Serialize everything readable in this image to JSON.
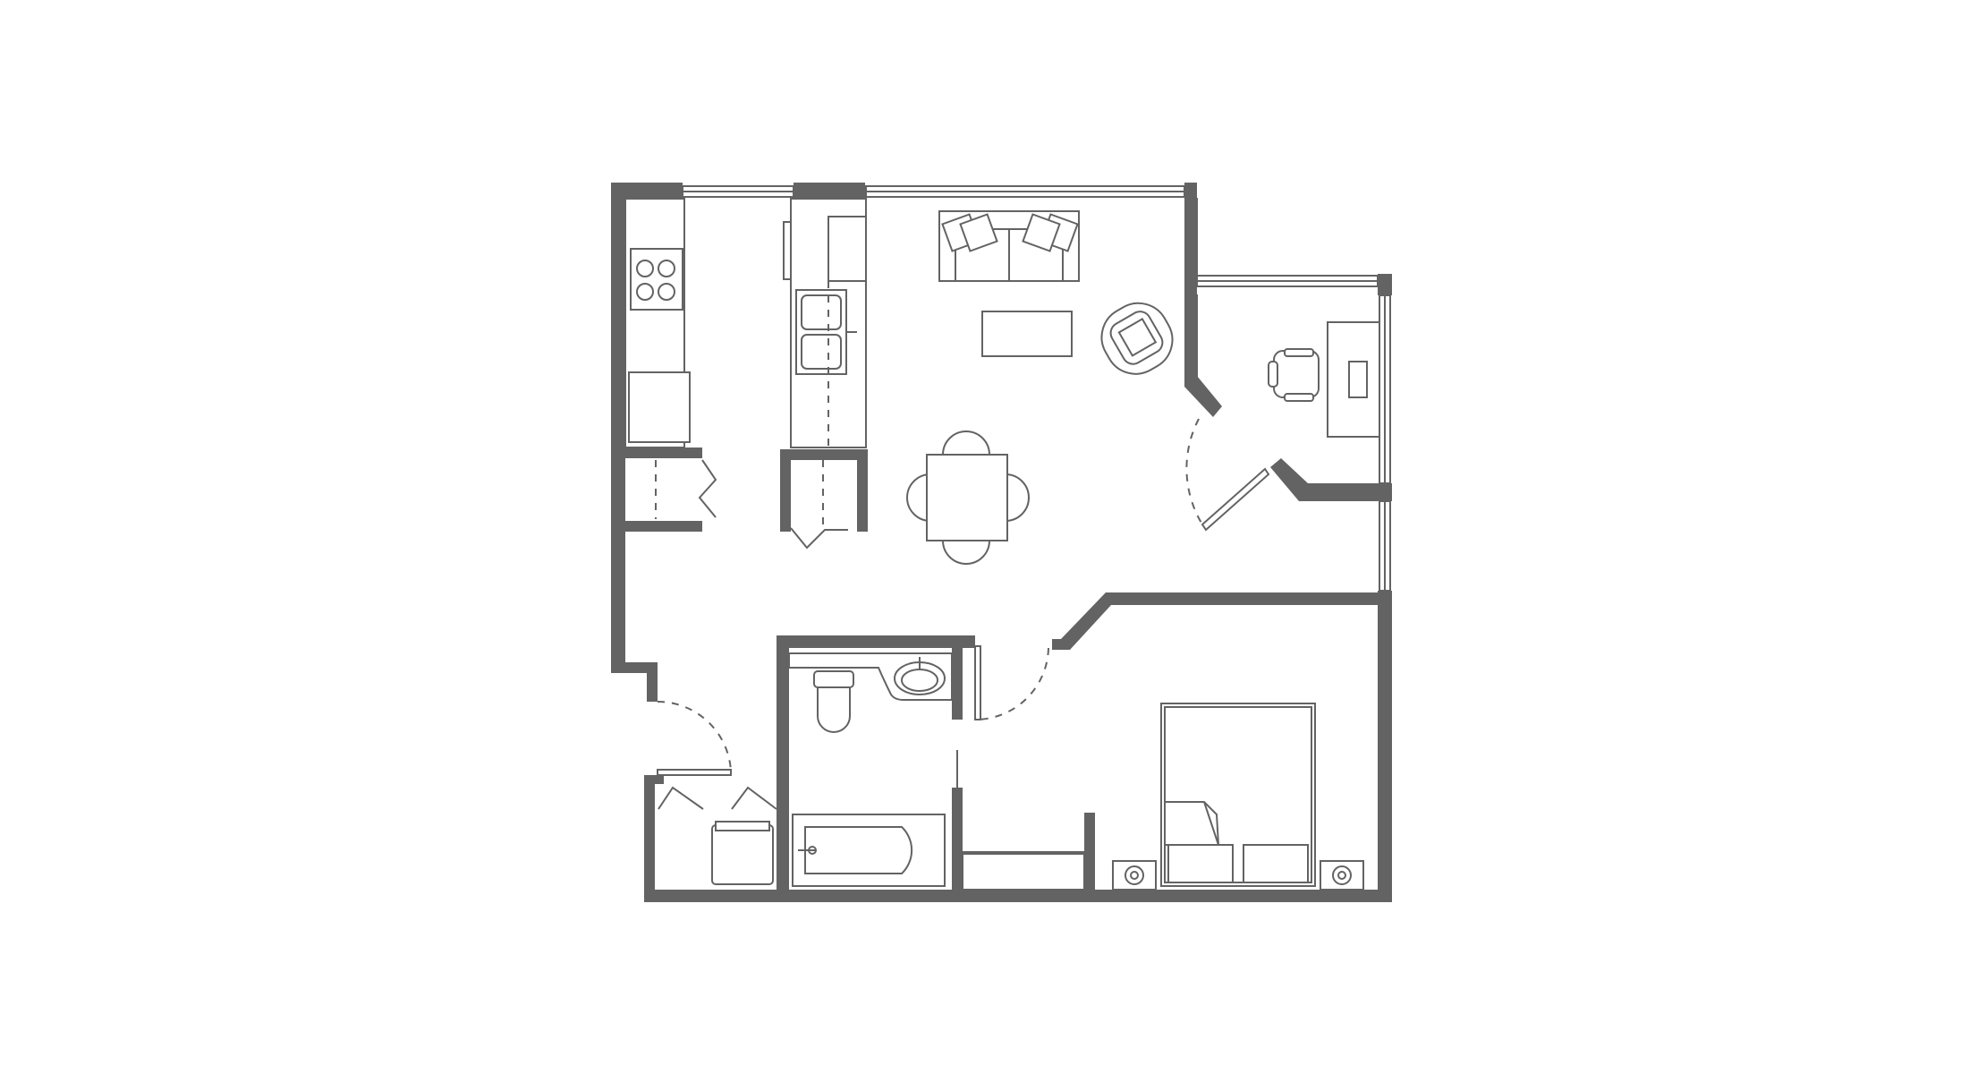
{
  "diagram": {
    "type": "floor-plan",
    "labels": [],
    "colors": {
      "wall": "#636363",
      "background": "#ffffff"
    },
    "rooms": [
      "kitchen",
      "living-dining",
      "office",
      "bathroom",
      "bedroom",
      "entry-closet"
    ],
    "furniture": [
      "stove",
      "refrigerator",
      "double-sink",
      "sofa",
      "armchair",
      "coffee-table",
      "dining-table",
      "dining-chair",
      "desk",
      "office-chair",
      "toilet",
      "vanity-sink",
      "bathtub",
      "bed",
      "nightstand",
      "laundry"
    ]
  }
}
